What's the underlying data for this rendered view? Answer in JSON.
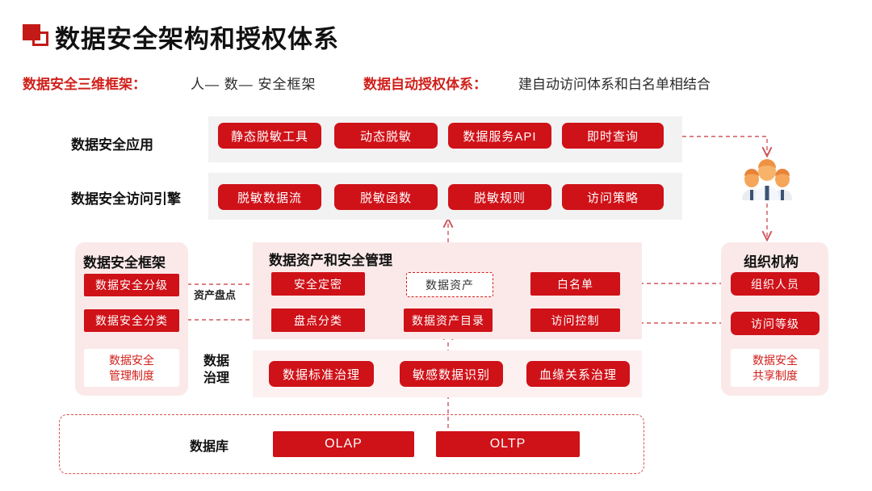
{
  "header": {
    "title": "数据安全架构和授权体系",
    "logo_icon": "two-squares-logo-icon",
    "subtitles": [
      {
        "label": "数据安全三维框架：",
        "value": "人— 数— 安全框架"
      },
      {
        "label": "数据自动授权体系：",
        "value": "建自动访问体系和白名单相结合"
      }
    ]
  },
  "rows": {
    "app": {
      "label": "数据安全应用",
      "items": [
        "静态脱敏工具",
        "动态脱敏",
        "数据服务API",
        "即时查询"
      ]
    },
    "engine": {
      "label": "数据安全访问引擎",
      "items": [
        "脱敏数据流",
        "脱敏函数",
        "脱敏规则",
        "访问策略"
      ]
    }
  },
  "framework_panel": {
    "title": "数据安全框架",
    "items": [
      "数据安全分级",
      "数据安全分类"
    ],
    "note": {
      "line1": "数据安全",
      "line2": "管理制度"
    }
  },
  "connector_labels": {
    "asset_inventory": "资产盘点"
  },
  "center_panel": {
    "title": "数据资产和安全管理",
    "left_items": [
      "安全定密",
      "盘点分类"
    ],
    "center_items": [
      "数据资产",
      "数据资产目录"
    ],
    "right_items": [
      "白名单",
      "访问控制"
    ]
  },
  "governance_panel": {
    "label_line1": "数据",
    "label_line2": "治理",
    "items": [
      "数据标准治理",
      "敏感数据识别",
      "血缘关系治理"
    ]
  },
  "org_panel": {
    "title": "组织机构",
    "items": [
      "组织人员",
      "访问等级"
    ],
    "note": {
      "line1": "数据安全",
      "line2": "共享制度"
    }
  },
  "database_panel": {
    "label": "数据库",
    "items": [
      "OLAP",
      "OLTP"
    ]
  },
  "people_icon": "group-of-people-icon",
  "colors": {
    "brand_red": "#cf1118",
    "accent_red": "#d0201b",
    "panel_pink": "#fbe9e9",
    "panel_grey": "#f2f2f2",
    "dash_red": "#d9534f"
  }
}
